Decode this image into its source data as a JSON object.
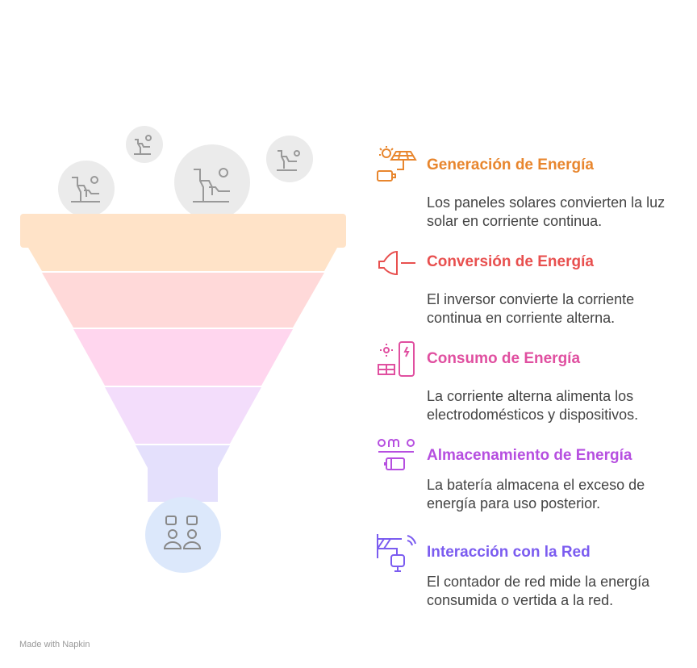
{
  "steps": [
    {
      "title": "Generación de Energía",
      "desc": "Los paneles solares convierten la luz solar en corriente continua.",
      "color": "#E8862E",
      "icon": "solar-panel-battery-icon"
    },
    {
      "title": "Conversión de Energía",
      "desc": "El inversor convierte la corriente continua en corriente alterna.",
      "color": "#E8504F",
      "icon": "inverter-plug-icon"
    },
    {
      "title": "Consumo de Energía",
      "desc": "La corriente alterna alimenta los electrodomésticos y dispositivos.",
      "color": "#E04FA0",
      "icon": "solar-appliance-icon"
    },
    {
      "title": "Almacenamiento de Energía",
      "desc": "La batería almacena el exceso de energía para uso posterior.",
      "color": "#B64FE0",
      "icon": "battery-storage-icon"
    },
    {
      "title": "Interacción con la Red",
      "desc": "El contador de red mide la energía consumida o vertida a la red.",
      "color": "#7B5CF0",
      "icon": "grid-meter-icon"
    }
  ],
  "credit": "Made with Napkin",
  "funnel_colors": [
    "#FFE3C8",
    "#FFD9D9",
    "#FFD6EE",
    "#F3DDFB",
    "#E4E0FC",
    "#DCE8FB"
  ]
}
